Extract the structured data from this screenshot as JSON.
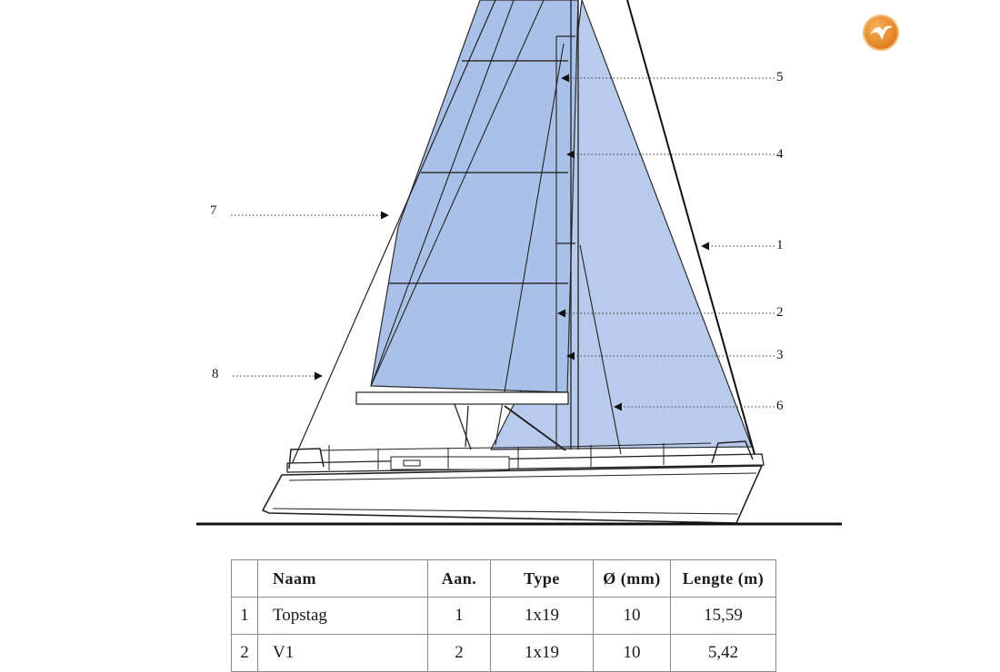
{
  "logo": {
    "icon": "seagull-logo-icon",
    "color": "#e07a1c"
  },
  "callouts": [
    {
      "id": "1",
      "label": "1"
    },
    {
      "id": "2",
      "label": "2"
    },
    {
      "id": "3",
      "label": "3"
    },
    {
      "id": "4",
      "label": "4"
    },
    {
      "id": "5",
      "label": "5"
    },
    {
      "id": "6",
      "label": "6"
    },
    {
      "id": "7",
      "label": "7"
    },
    {
      "id": "8",
      "label": "8"
    }
  ],
  "sail_color": "#b3c7ea",
  "table": {
    "headers": [
      "",
      "Naam",
      "Aan.",
      "Type",
      "Ø (mm)",
      "Lengte (m)"
    ],
    "rows": [
      [
        "1",
        "Topstag",
        "1",
        "1x19",
        "10",
        "15,59"
      ],
      [
        "2",
        "V1",
        "2",
        "1x19",
        "10",
        "5,42"
      ]
    ]
  }
}
